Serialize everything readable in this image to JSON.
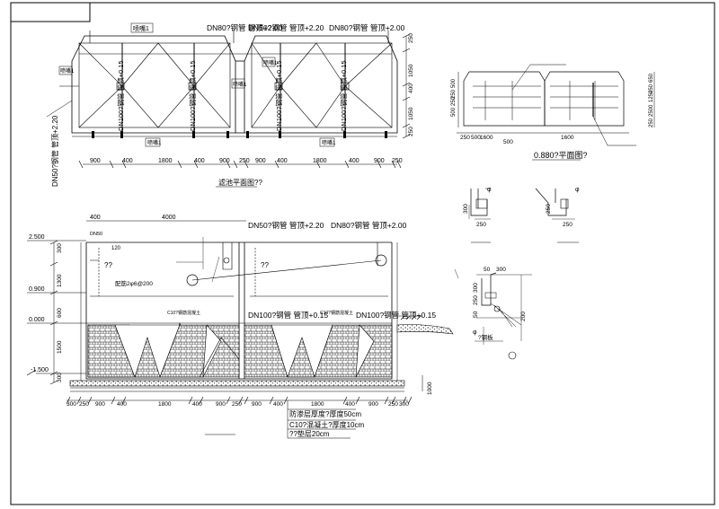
{
  "drawing": {
    "plan": {
      "pipes_top": [
        {
          "text": "DN80?钢管  管顶+2.00"
        },
        {
          "text": "DN50?钢管  管顶+2.20"
        },
        {
          "text": "DN80?钢管  管顶+2.00"
        }
      ],
      "pipe_left": "DN50?钢管  管顶+2.20",
      "pipes_vertical": [
        {
          "text": "DN100?钢管  管顶+0.15"
        },
        {
          "text": "DN100?钢管  管顶+0.15"
        },
        {
          "text": "DN100?钢管  管顶+0.15"
        },
        {
          "text": "DN100?钢管  管顶+0.15"
        }
      ],
      "tags": [
        {
          "text": "喷嘴1"
        },
        {
          "text": "喷嘴1"
        },
        {
          "text": "喷嘴1"
        },
        {
          "text": "喷嘴1"
        },
        {
          "text": "喷嘴1"
        },
        {
          "text": "喷嘴1"
        }
      ],
      "dims_bottom": [
        "900",
        "400",
        "1800",
        "400",
        "900",
        "250",
        "900",
        "400",
        "1800",
        "400",
        "900",
        "250"
      ],
      "dims_right": [
        "250",
        "1050",
        "400",
        "1050",
        "250"
      ],
      "title": "滤池平面图??"
    },
    "small_plan": {
      "dims_bottom": [
        "250",
        "500",
        "1600",
        "500",
        "1600"
      ],
      "dims_left": [
        "500",
        "250",
        "250",
        "500"
      ],
      "dims_right": [
        "650",
        "250",
        "1250",
        "2500",
        "250"
      ],
      "title": "0.880?平面图?"
    },
    "details": {
      "a": {
        "dim_v": "300",
        "dim_h": "250",
        "phi": "φ"
      },
      "b": {
        "dim_v": "250",
        "dim_h": "250",
        "phi": "φ"
      },
      "c": {
        "dims_top": [
          "50",
          "300"
        ],
        "dims_left": [
          "300",
          "250",
          "50"
        ],
        "dim_right": "200",
        "phi": "φ",
        "label": "?钢板"
      }
    },
    "section": {
      "dims_top": [
        "400",
        "4000"
      ],
      "pipe_labels": [
        {
          "text": "DN50?钢管  管顶+2.20"
        },
        {
          "text": "DN80?钢管  管顶+2.00"
        },
        {
          "text": "DN100?钢管  管顶+0.15"
        },
        {
          "text": "DN100?钢管  管顶+0.15"
        }
      ],
      "elevations": [
        "2.500",
        "0.900",
        "0.000",
        "-1.500"
      ],
      "dims_left": [
        "300",
        "1300",
        "600",
        "1500",
        "300"
      ],
      "notes": [
        "??",
        "??",
        "配筋2φ6@200",
        "C10?钢筋混凝土",
        "C10?钢筋混凝土",
        "DN50",
        "120"
      ],
      "dims_bottom": [
        "300",
        "250",
        "900",
        "400",
        "1800",
        "400",
        "900",
        "250",
        "900",
        "400",
        "1800",
        "400",
        "900",
        "250",
        "300"
      ],
      "dim_right": "1000",
      "legend": [
        "防渗层厚度?厚度50cm",
        "C10?混凝土?厚度10cm",
        "??垫层20cm"
      ]
    }
  }
}
